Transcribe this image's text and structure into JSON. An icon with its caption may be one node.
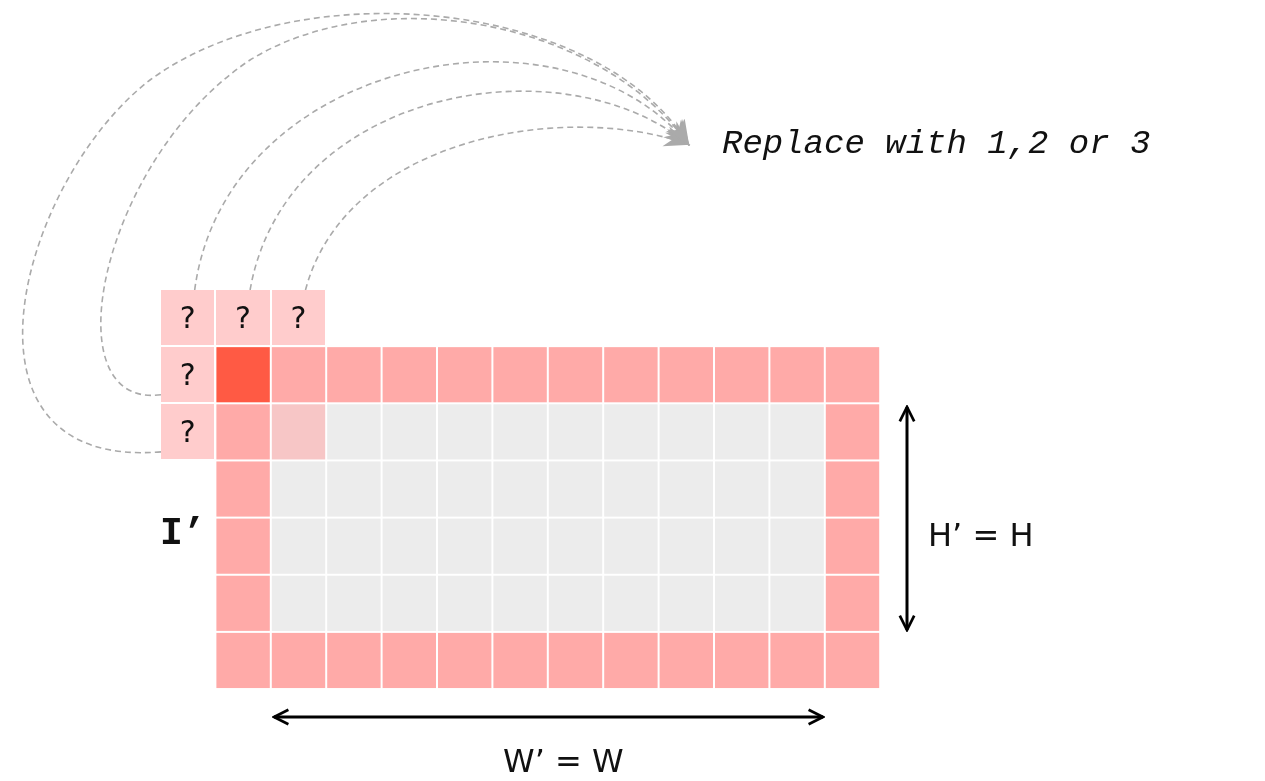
{
  "diagram": {
    "nodes": [
      {
        "text": [
          "?"
        ]
      },
      {
        "text": [
          "?"
        ]
      },
      {
        "text": [
          "?"
        ]
      },
      {
        "text": [
          "?"
        ]
      },
      {
        "text": [
          "?"
        ]
      },
      {
        "text": [
          "Replace with 1,2 or 3"
        ]
      }
    ],
    "edges": [
      {
        "from": 0,
        "to": 5,
        "arrow": "to",
        "style": "dashed"
      },
      {
        "from": 1,
        "to": 5,
        "arrow": "to",
        "style": "dashed"
      },
      {
        "from": 2,
        "to": 5,
        "arrow": "to",
        "style": "dashed"
      },
      {
        "from": 3,
        "to": 5,
        "arrow": "to",
        "style": "dashed"
      },
      {
        "from": 4,
        "to": 5,
        "arrow": "to",
        "style": "dashed"
      }
    ],
    "labels": [
      "I’",
      "H’ = H",
      "W’ = W"
    ]
  }
}
